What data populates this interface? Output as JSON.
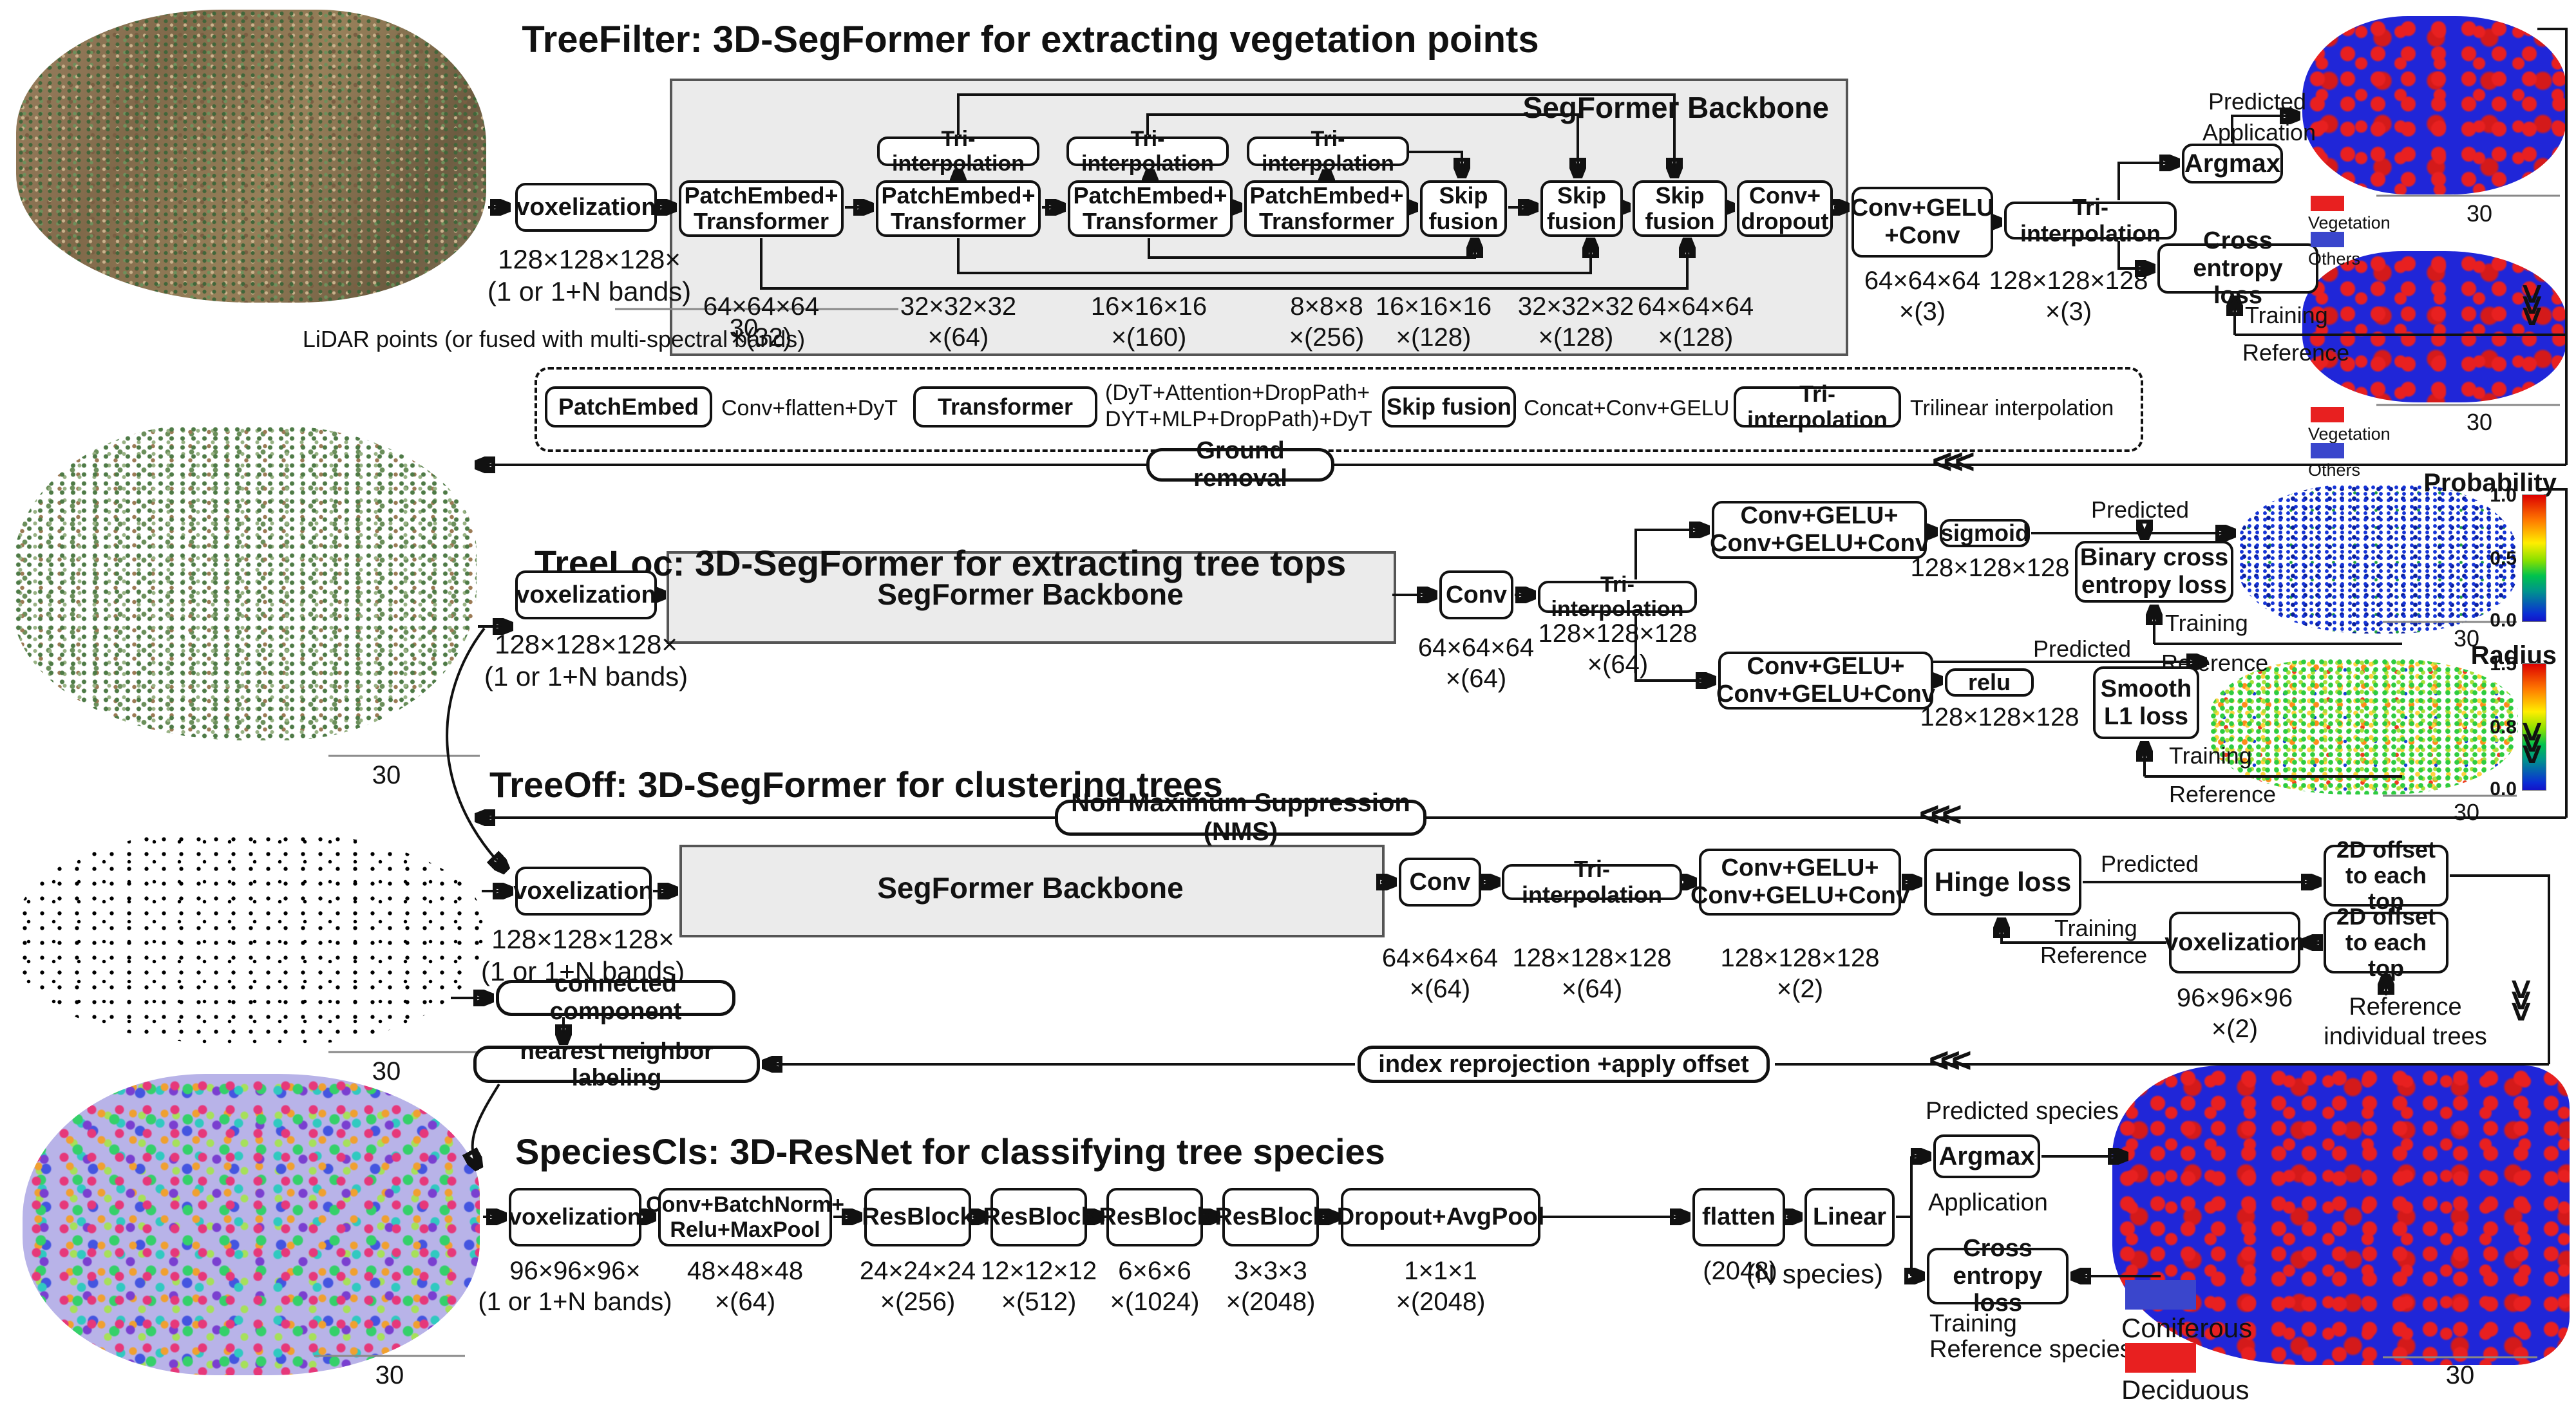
{
  "scale": "30",
  "chev_left": "<<<",
  "colors": {
    "vegetation_red": "#e82020",
    "others_blue": "#2026d8",
    "coniferous_blue": "#3a46cc",
    "deciduous_red": "#ee2222",
    "backbone_gray": "#ebebeb"
  },
  "s1": {
    "title": "TreeFilter: 3D-SegFormer for extracting vegetation points",
    "caption": "LiDAR points (or fused with multi-spectral bands)",
    "vox": "voxelization",
    "in_dims": "128×128×128×\n(1 or 1+N bands)",
    "backbone": "SegFormer Backbone",
    "stage": "PatchEmbed+\nTransformer",
    "tri": "Tri-interpolation",
    "skip": "Skip\nfusion",
    "convdrop": "Conv+\ndropout",
    "dims": [
      "64×64×64\n×(32)",
      "32×32×32\n×(64)",
      "16×16×16\n×(160)",
      "8×8×8\n×(256)",
      "16×16×16\n×(128)",
      "32×32×32\n×(128)",
      "64×64×64\n×(128)"
    ],
    "convgelu": "Conv+GELU\n+Conv",
    "dims_head": [
      "64×64×64\n×(3)",
      "128×128×128\n×(3)"
    ],
    "argmax": "Argmax",
    "ce": "Cross entropy\nloss",
    "predicted": "Predicted",
    "application": "Application",
    "training": "Training",
    "reference": "Reference",
    "veg": "Vegetation",
    "others": "Others",
    "ground": "Ground removal"
  },
  "lg": {
    "patchembed": "PatchEmbed",
    "patchembed_d": "Conv+flatten+DyT",
    "transformer": "Transformer",
    "transformer_d": "(DyT+Attention+DropPath+\nDYT+MLP+DropPath)+DyT",
    "skip": "Skip fusion",
    "skip_d": "Concat+Conv+GELU",
    "tri": "Tri-interpolation",
    "tri_d": "Trilinear interpolation"
  },
  "s2": {
    "title": "TreeLoc: 3D-SegFormer for extracting tree tops",
    "vox": "voxelization",
    "in_dims": "128×128×128×\n(1 or 1+N bands)",
    "backbone": "SegFormer Backbone",
    "conv": "Conv",
    "dims_conv": "64×64×64\n×(64)",
    "tri": "Tri-interpolation",
    "dims_tri": "128×128×128\n×(64)",
    "head": "Conv+GELU+\nConv+GELU+Conv",
    "sigmoid": "sigmoid",
    "relu": "relu",
    "dims128": "128×128×128",
    "bce": "Binary cross\nentropy loss",
    "smooth": "Smooth\nL1 loss",
    "predicted": "Predicted",
    "training": "Training",
    "reference": "Reference",
    "prob": "Probability",
    "prob_ticks": [
      "1.0",
      "0.5",
      "0.0"
    ],
    "radius": "Radius",
    "radius_ticks": [
      "1.5",
      "0.8",
      "0.0"
    ],
    "nms": "Non Maximum Suppression (NMS)"
  },
  "s3": {
    "title": "TreeOff: 3D-SegFormer for clustering trees",
    "vox": "voxelization",
    "in_dims": "128×128×128×\n(1 or 1+N bands)",
    "backbone": "SegFormer Backbone",
    "conv": "Conv",
    "tri": "Tri-interpolation",
    "head": "Conv+GELU+\nConv+GELU+Conv",
    "hinge": "Hinge loss",
    "offset": "2D offset\nto each top",
    "vox_ref": "voxelization",
    "dims": [
      "64×64×64\n×(64)",
      "128×128×128\n×(64)",
      "128×128×128\n×(2)",
      "96×96×96\n×(2)"
    ],
    "predicted": "Predicted",
    "training": "Training",
    "reference": "Reference",
    "ref_trees": "Reference\nindividual trees",
    "cc": "connected component",
    "nn": "nearest neighbor labeling",
    "idx": "index reprojection +apply offset"
  },
  "s4": {
    "title": "SpeciesCls: 3D-ResNet for classifying tree species",
    "vox": "voxelization",
    "convbn": "Conv+BatchNorm+\nRelu+MaxPool",
    "resblock": "ResBlock",
    "dropout": "Dropout+AvgPool",
    "flatten": "flatten",
    "linear": "Linear",
    "argmax": "Argmax",
    "ce": "Cross\nentropy loss",
    "dims": [
      "96×96×96×\n(1 or 1+N bands)",
      "48×48×48\n×(64)",
      "24×24×24\n×(256)",
      "12×12×12\n×(512)",
      "6×6×6\n×(1024)",
      "3×3×3\n×(2048)",
      "1×1×1\n×(2048)"
    ],
    "flatten_dim": "(2048)",
    "nspecies": "(N species)",
    "pred_species": "Predicted species",
    "application": "Application",
    "training": "Training",
    "ref_species": "Reference species",
    "coniferous": "Coniferous",
    "deciduous": "Deciduous"
  }
}
